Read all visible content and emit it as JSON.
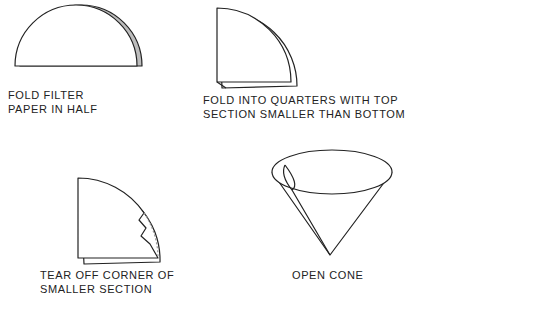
{
  "diagram": {
    "labels": [
      "FOLD FILTER PAPER IN HALF",
      "FOLD INTO QUARTERS WITH TOP SECTION SMALLER THAN BOTTOM",
      "TEAR OFF CORNER OF SMALLER SECTION",
      "OPEN CONE"
    ]
  }
}
